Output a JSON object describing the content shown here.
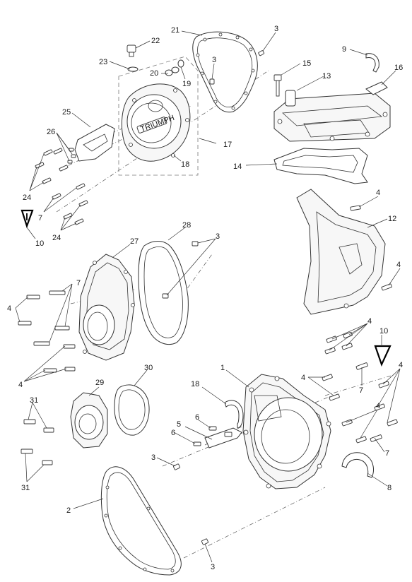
{
  "callouts": {
    "c1": "1",
    "c2": "2",
    "c3a": "3",
    "c3b": "3",
    "c3c": "3",
    "c3d": "3",
    "c3e": "3",
    "c4a": "4",
    "c4b": "4",
    "c4c": "4",
    "c4d": "4",
    "c4e": "4",
    "c4f": "4",
    "c4g": "4",
    "c4h": "4",
    "c5": "5",
    "c6a": "6",
    "c6b": "6",
    "c7a": "7",
    "c7b": "7",
    "c7c": "7",
    "c7d": "7",
    "c8": "8",
    "c9": "9",
    "c10a": "10",
    "c10b": "10",
    "c12": "12",
    "c13": "13",
    "c14": "14",
    "c15": "15",
    "c16": "16",
    "c17": "17",
    "c18a": "18",
    "c18b": "18",
    "c19": "19",
    "c20": "20",
    "c21": "21",
    "c22": "22",
    "c23": "23",
    "c24a": "24",
    "c24b": "24",
    "c25": "25",
    "c26": "26",
    "c27": "27",
    "c28": "28",
    "c29": "29",
    "c30": "30",
    "c31a": "31",
    "c31b": "31"
  },
  "logo_text": "TRIUMPH"
}
